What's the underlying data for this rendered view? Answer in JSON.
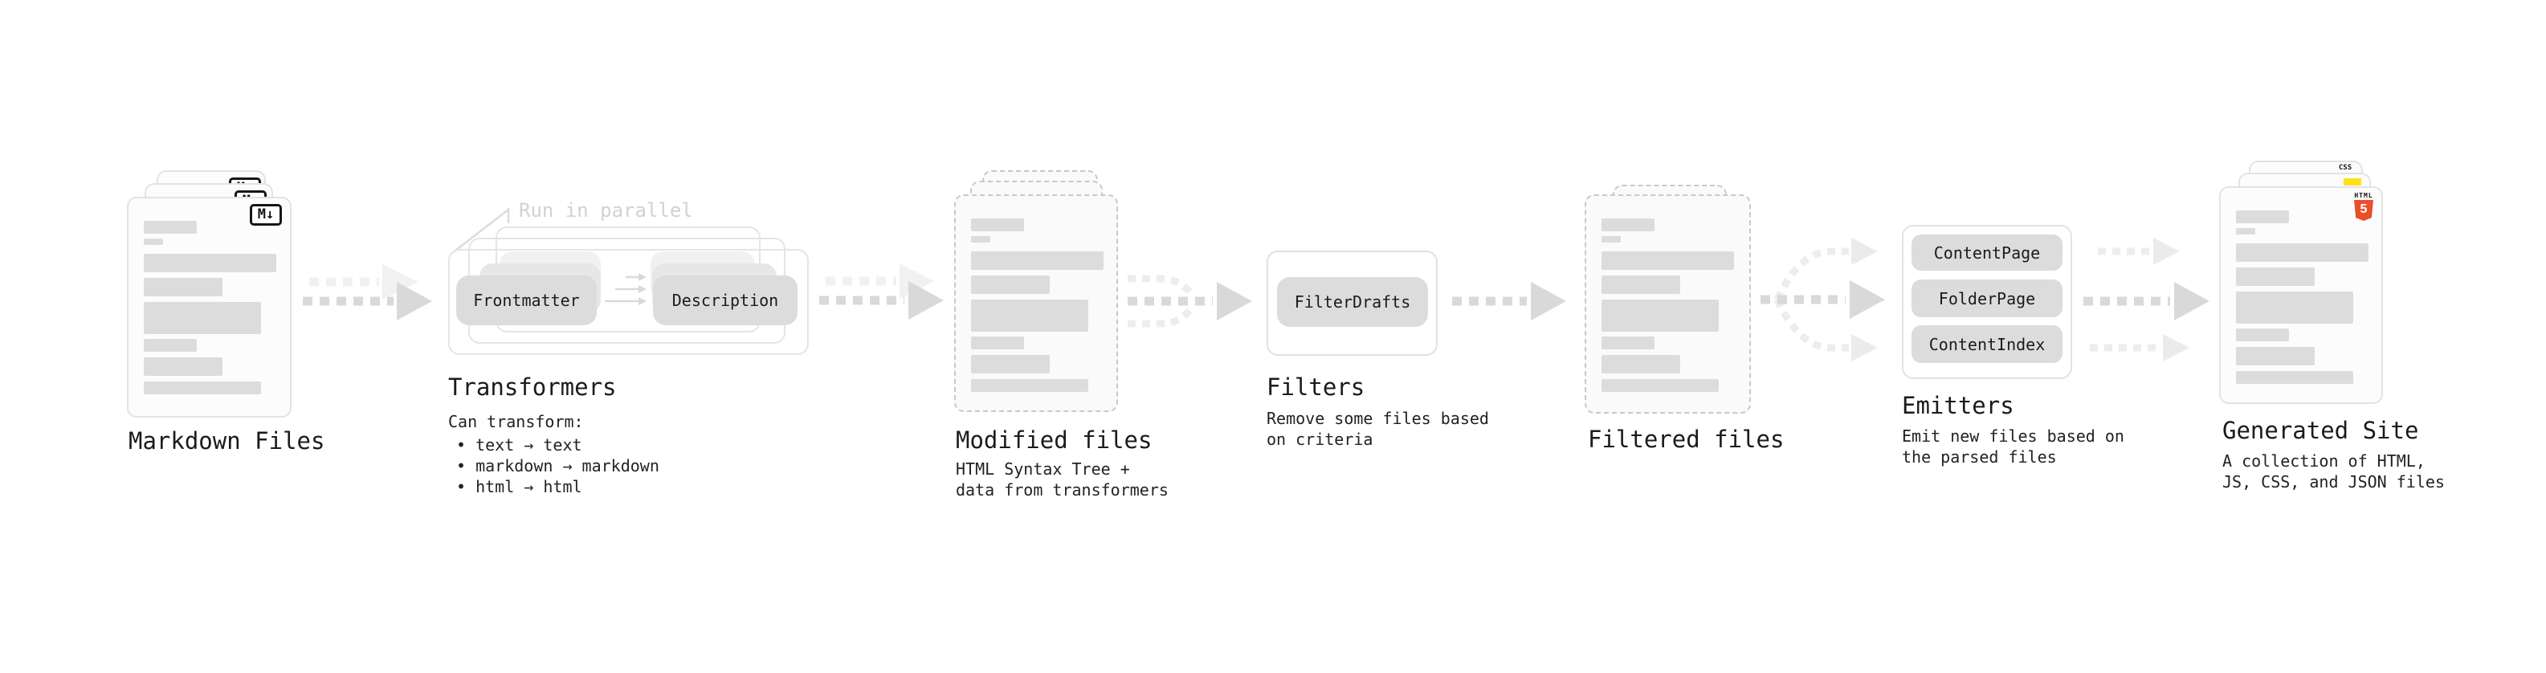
{
  "diagram": {
    "markdown_files": {
      "label": "Markdown Files",
      "badge": "M↓"
    },
    "transformers": {
      "annotation": "Run in parallel",
      "step_source": "Frontmatter",
      "step_target": "Description",
      "label": "Transformers",
      "desc_heading": "Can transform:",
      "bullets": [
        "• text → text",
        "• markdown → markdown",
        "• html → html"
      ]
    },
    "modified_files": {
      "label": "Modified files",
      "desc_line1": "HTML Syntax Tree +",
      "desc_line2": "data from transformers"
    },
    "filters": {
      "step": "FilterDrafts",
      "label": "Filters",
      "desc_line1": "Remove some files based",
      "desc_line2": "on criteria"
    },
    "filtered_files": {
      "label": "Filtered files"
    },
    "emitters": {
      "boxes": [
        "ContentPage",
        "FolderPage",
        "ContentIndex"
      ],
      "label": "Emitters",
      "desc_line1": "Emit new files based on",
      "desc_line2": "the parsed files"
    },
    "generated_site": {
      "label": "Generated Site",
      "desc_line1": "A collection of HTML,",
      "desc_line2": "JS, CSS, and JSON files",
      "css_badge": "CSS",
      "html_badge_label": "HTML",
      "html_badge_number": "5"
    },
    "colors": {
      "html5_orange": "#e8502a",
      "js_yellow": "#ffdf1b",
      "css_blue": "#2f6bf0",
      "arrow_gray": "#d9d9d9",
      "bar_gray": "#dcdcdc"
    }
  }
}
